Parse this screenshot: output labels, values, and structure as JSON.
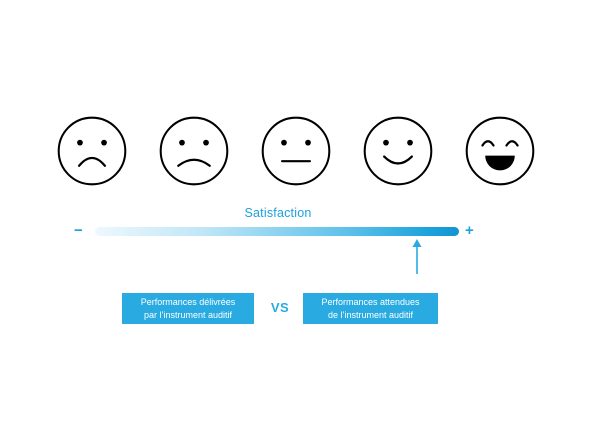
{
  "palette": {
    "accent_cyan": "#29ABE2",
    "bar_gradient_start": "#EEF8FD",
    "bar_gradient_end": "#1393CF",
    "face_stroke": "#000000",
    "background": "#FFFFFF"
  },
  "faces": [
    {
      "label": "very-dissatisfied-face"
    },
    {
      "label": "dissatisfied-face"
    },
    {
      "label": "neutral-face"
    },
    {
      "label": "satisfied-face"
    },
    {
      "label": "very-satisfied-face"
    }
  ],
  "scale": {
    "title": "Satisfaction",
    "minus_label": "−",
    "plus_label": "+"
  },
  "comparison": {
    "left_box": {
      "line1": "Performances délivrées",
      "line2": "par l’instrument auditif"
    },
    "vs_label": "VS",
    "right_box": {
      "line1": "Performances attendues",
      "line2": "de l’instrument auditif"
    }
  }
}
